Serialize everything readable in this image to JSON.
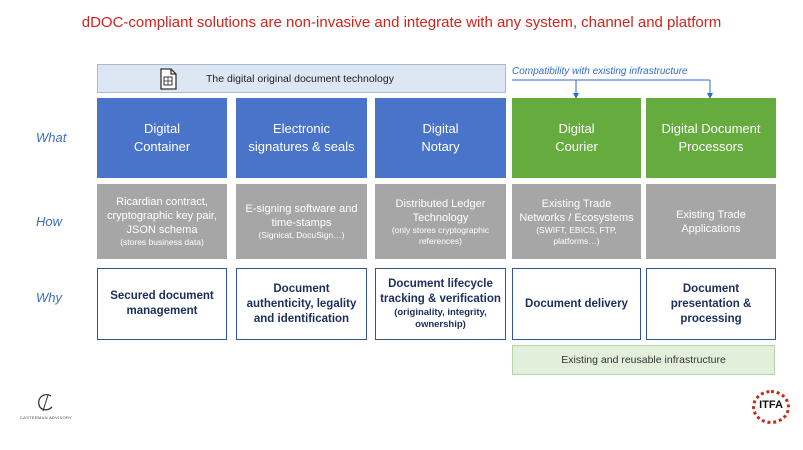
{
  "title": "dDOC-compliant solutions are non-invasive and integrate with any system, channel and platform",
  "banner": {
    "text": "The digital original document technology"
  },
  "compat_label": "Compatibility with existing infrastructure",
  "row_labels": {
    "what": "What",
    "how": "How",
    "why": "Why"
  },
  "columns": [
    {
      "what": [
        "Digital",
        "Container"
      ],
      "what_color": "blue",
      "how": [
        "Ricardian contract,",
        "cryptographic key pair,",
        "JSON schema"
      ],
      "how_small": [
        "(stores business data)"
      ],
      "why": [
        "Secured document",
        "management"
      ],
      "why_small": []
    },
    {
      "what": [
        "Electronic",
        "signatures & seals"
      ],
      "what_color": "blue",
      "how": [
        "E-signing software and",
        "time-stamps"
      ],
      "how_small": [
        "(Signicat, DocuSign…)"
      ],
      "why": [
        "Document",
        "authenticity, legality",
        "and identification"
      ],
      "why_small": []
    },
    {
      "what": [
        "Digital",
        "Notary"
      ],
      "what_color": "blue",
      "how": [
        "Distributed Ledger",
        "Technology"
      ],
      "how_small": [
        "(only stores cryptographic",
        "references)"
      ],
      "why": [
        "Document lifecycle",
        "tracking & verification"
      ],
      "why_small": [
        "(originality, integrity,",
        "ownership)"
      ]
    },
    {
      "what": [
        "Digital",
        "Courier"
      ],
      "what_color": "green",
      "how": [
        "Existing Trade",
        "Networks / Ecosystems"
      ],
      "how_small": [
        "(SWIFT, EBICS, FTP,",
        "platforms…)"
      ],
      "why": [
        "Document delivery"
      ],
      "why_small": []
    },
    {
      "what": [
        "Digital Document",
        "Processors"
      ],
      "what_color": "green",
      "how": [
        "Existing Trade",
        "Applications"
      ],
      "how_small": [],
      "why": [
        "Document",
        "presentation &",
        "processing"
      ],
      "why_small": []
    }
  ],
  "infra_label": "Existing and reusable infrastructure",
  "logos": {
    "left_caption": "CASTERMAN ADVISORY",
    "right_text": "ITFA"
  },
  "colors": {
    "blue": "#4a74c9",
    "green": "#66ab3e",
    "gray": "#a6a6a6",
    "title_red": "#d0241c",
    "label_blue": "#3a6fc5"
  }
}
